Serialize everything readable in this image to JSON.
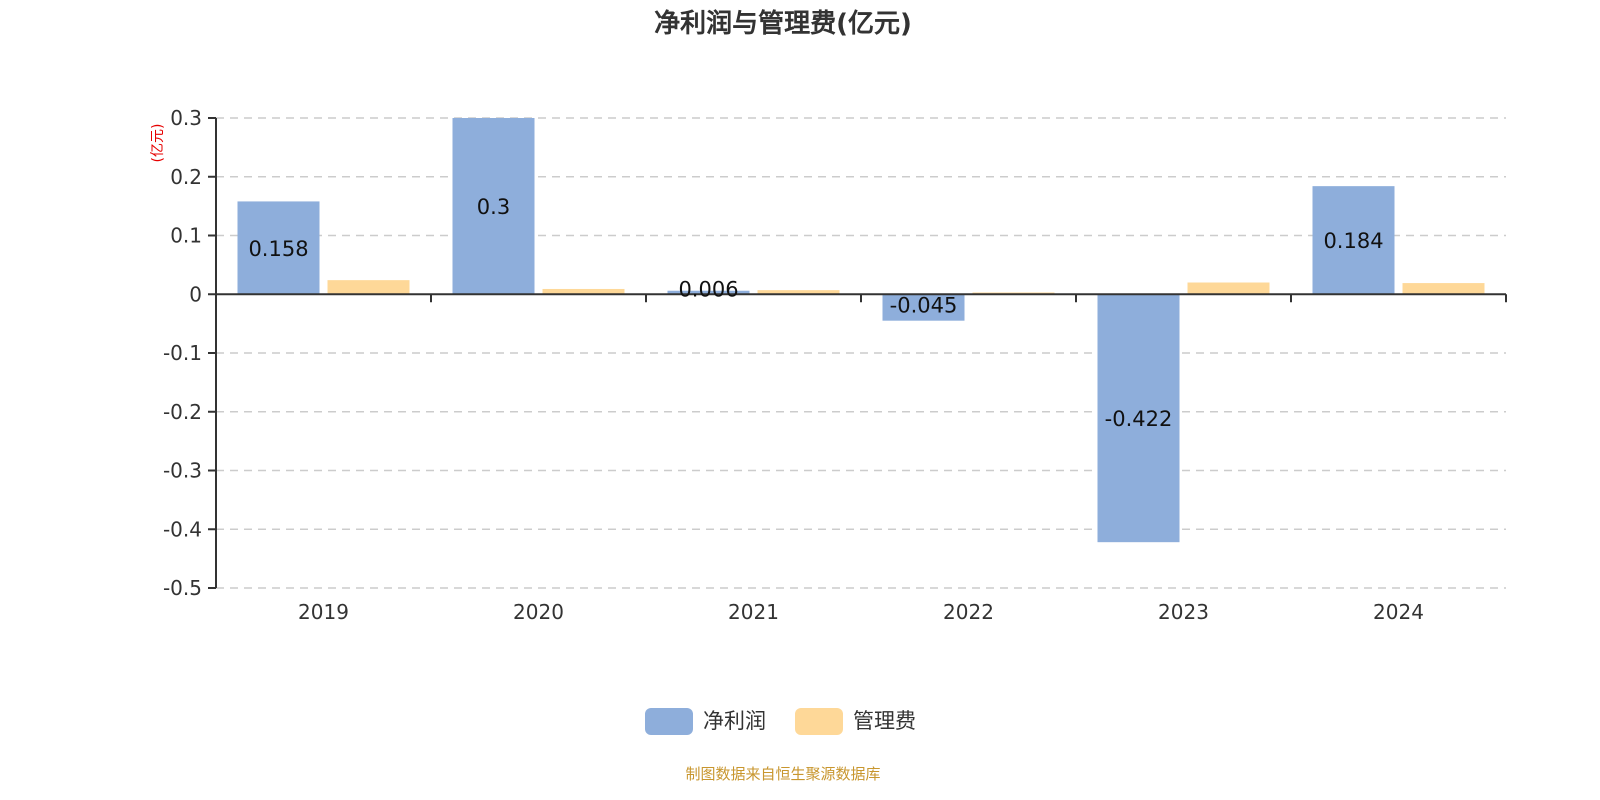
{
  "chart_data": {
    "type": "bar",
    "title": "净利润与管理费(亿元)",
    "ylabel": "(亿元)",
    "xlabel": "",
    "categories": [
      "2019",
      "2020",
      "2021",
      "2022",
      "2023",
      "2024"
    ],
    "series": [
      {
        "name": "净利润",
        "color": "#8eaedb",
        "values": [
          0.158,
          0.3,
          0.006,
          -0.045,
          -0.422,
          0.184
        ],
        "labels": [
          "0.158",
          "0.3",
          "0.006",
          "-0.045",
          "-0.422",
          "0.184"
        ]
      },
      {
        "name": "管理费",
        "color": "#fed898",
        "values": [
          0.024,
          0.009,
          0.007,
          0.003,
          0.02,
          0.019
        ]
      }
    ],
    "ylim": [
      -0.5,
      0.3
    ],
    "yticks": [
      0.3,
      0.2,
      0.1,
      0,
      -0.1,
      -0.2,
      -0.3,
      -0.4,
      -0.5
    ],
    "ytick_labels": [
      "0.3",
      "0.2",
      "0.1",
      "0",
      "-0.1",
      "-0.2",
      "-0.3",
      "-0.4",
      "-0.5"
    ],
    "grid": true,
    "legend_position": "bottom-center"
  },
  "source_note": "制图数据来自恒生聚源数据库"
}
